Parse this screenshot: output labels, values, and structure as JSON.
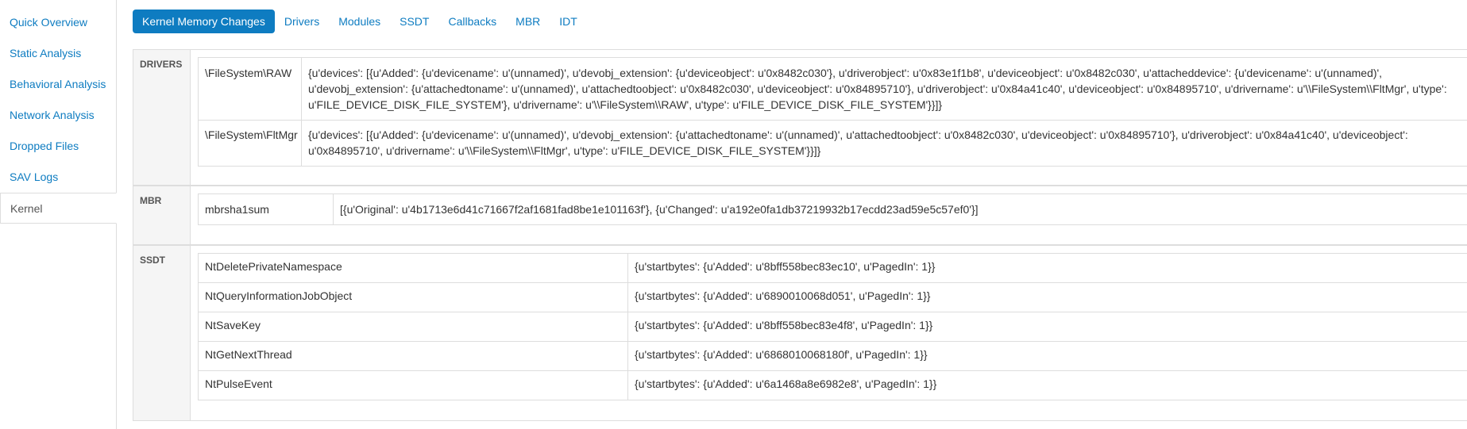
{
  "sidebar": {
    "items": [
      {
        "label": "Quick Overview"
      },
      {
        "label": "Static Analysis"
      },
      {
        "label": "Behavioral Analysis"
      },
      {
        "label": "Network Analysis"
      },
      {
        "label": "Dropped Files"
      },
      {
        "label": "SAV Logs"
      },
      {
        "label": "Kernel"
      }
    ],
    "active": "Kernel"
  },
  "tabs": [
    {
      "label": "Kernel Memory Changes"
    },
    {
      "label": "Drivers"
    },
    {
      "label": "Modules"
    },
    {
      "label": "SSDT"
    },
    {
      "label": "Callbacks"
    },
    {
      "label": "MBR"
    },
    {
      "label": "IDT"
    }
  ],
  "active_tab": "Kernel Memory Changes",
  "sections": {
    "drivers": {
      "label": "DRIVERS",
      "rows": [
        {
          "key": "\\FileSystem\\RAW",
          "value": "{u'devices': [{u'Added': {u'devicename': u'(unnamed)', u'devobj_extension': {u'deviceobject': u'0x8482c030'}, u'driverobject': u'0x83e1f1b8', u'deviceobject': u'0x8482c030', u'attacheddevice': {u'devicename': u'(unnamed)', u'devobj_extension': {u'attachedtoname': u'(unnamed)', u'attachedtoobject': u'0x8482c030', u'deviceobject': u'0x84895710'}, u'driverobject': u'0x84a41c40', u'deviceobject': u'0x84895710', u'drivername': u'\\\\FileSystem\\\\FltMgr', u'type': u'FILE_DEVICE_DISK_FILE_SYSTEM'}, u'drivername': u'\\\\FileSystem\\\\RAW', u'type': u'FILE_DEVICE_DISK_FILE_SYSTEM'}}]}"
        },
        {
          "key": "\\FileSystem\\FltMgr",
          "value": "{u'devices': [{u'Added': {u'devicename': u'(unnamed)', u'devobj_extension': {u'attachedtoname': u'(unnamed)', u'attachedtoobject': u'0x8482c030', u'deviceobject': u'0x84895710'}, u'driverobject': u'0x84a41c40', u'deviceobject': u'0x84895710', u'drivername': u'\\\\FileSystem\\\\FltMgr', u'type': u'FILE_DEVICE_DISK_FILE_SYSTEM'}}]}"
        }
      ]
    },
    "mbr": {
      "label": "MBR",
      "rows": [
        {
          "key": "mbrsha1sum",
          "value": "[{u'Original': u'4b1713e6d41c71667f2af1681fad8be1e101163f'}, {u'Changed': u'a192e0fa1db37219932b17ecdd23ad59e5c57ef0'}]"
        }
      ]
    },
    "ssdt": {
      "label": "SSDT",
      "rows": [
        {
          "key": "NtDeletePrivateNamespace",
          "value": "{u'startbytes': {u'Added': u'8bff558bec83ec10', u'PagedIn': 1}}"
        },
        {
          "key": "NtQueryInformationJobObject",
          "value": "{u'startbytes': {u'Added': u'6890010068d051', u'PagedIn': 1}}"
        },
        {
          "key": "NtSaveKey",
          "value": "{u'startbytes': {u'Added': u'8bff558bec83e4f8', u'PagedIn': 1}}"
        },
        {
          "key": "NtGetNextThread",
          "value": "{u'startbytes': {u'Added': u'6868010068180f', u'PagedIn': 1}}"
        },
        {
          "key": "NtPulseEvent",
          "value": "{u'startbytes': {u'Added': u'6a1468a8e6982e8', u'PagedIn': 1}}"
        }
      ]
    }
  },
  "colors": {
    "accent": "#0e7cc1",
    "border": "#dddddd",
    "section_bg": "#f5f5f5"
  }
}
